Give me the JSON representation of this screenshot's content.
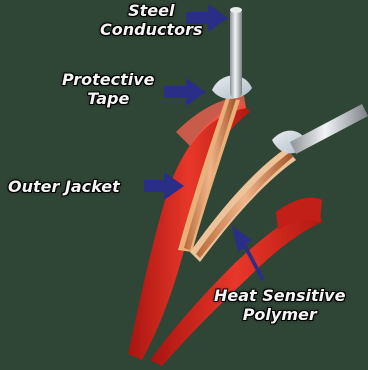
{
  "labels": {
    "steel_conductors": [
      "Steel",
      "Conductors"
    ],
    "protective_tape": [
      "Protective",
      "Tape"
    ],
    "outer_jacket": [
      "Outer Jacket"
    ],
    "heat_sensitive_polymer": [
      "Heat Sensitive",
      "Polymer"
    ]
  },
  "colors": {
    "background": "#2f4536",
    "jacket": "#d8261e",
    "arrow": "#2b2e86",
    "label_text": "#f4f4f4",
    "copper": "#d98a5a",
    "steel": "#c8cdd2"
  }
}
